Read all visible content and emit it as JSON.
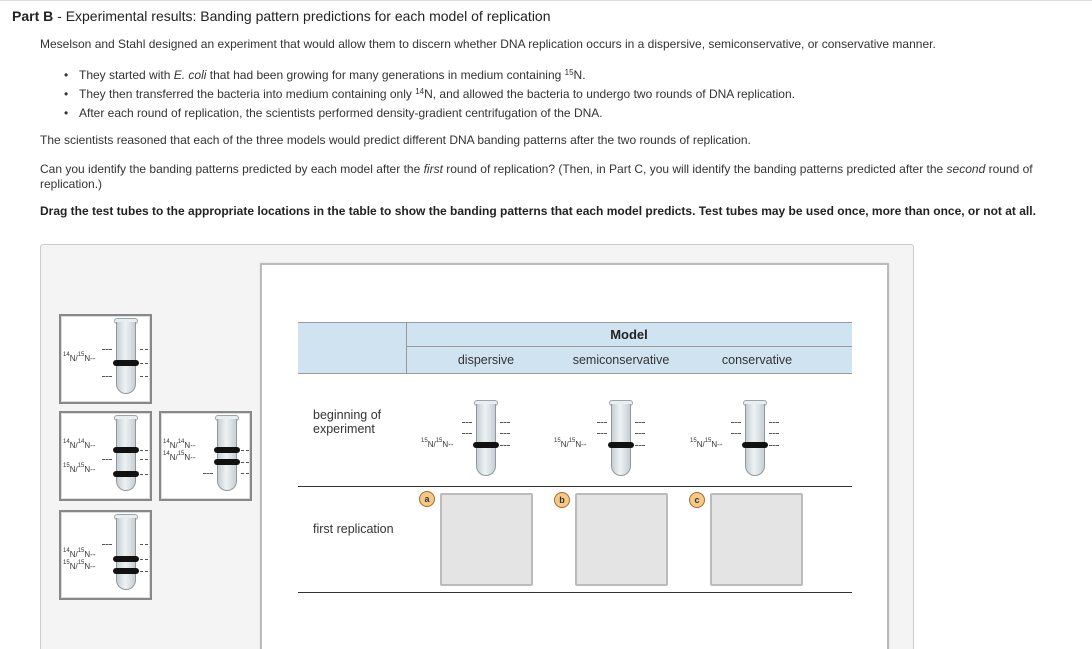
{
  "header": {
    "part": "Part B",
    "separator": " - ",
    "title": "Experimental results: Banding pattern predictions for each model of replication"
  },
  "intro": "Meselson and Stahl designed an experiment that would allow them to discern whether DNA replication occurs in a dispersive, semiconservative, or conservative manner.",
  "bullets": [
    {
      "pre": "They started with ",
      "italic": "E. coli",
      "mid": " that had been growing for many generations in medium containing ",
      "sup": "15",
      "post": "N."
    },
    {
      "pre": "They then transferred the bacteria into medium containing only ",
      "sup": "14",
      "post": "N, and allowed the bacteria to undergo two rounds of DNA replication."
    },
    {
      "text": "After each round of replication, the scientists performed density-gradient centrifugation of the DNA."
    }
  ],
  "reasoning": "The scientists reasoned that each of the three models would predict different DNA banding patterns after the two rounds of replication.",
  "question": {
    "pre": "Can you identify the banding patterns predicted by each model after the ",
    "italic1": "first",
    "mid": " round of replication? (Then, in Part C, you will identify the banding patterns predicted after the ",
    "italic2": "second",
    "post": " round of replication.)"
  },
  "instruction": "Drag the test tubes to the appropriate locations in the table to show the banding patterns that each model predicts. Test tubes may be used once, more than once, or not at all.",
  "table": {
    "header": "Model",
    "columns": [
      "dispersive",
      "semiconservative",
      "conservative"
    ],
    "rows": [
      "beginning of experiment",
      "first replication"
    ],
    "start_band_label": {
      "a": "15",
      "b": "N/",
      "c": "15",
      "d": "N"
    },
    "markers": [
      "a",
      "b",
      "c"
    ]
  },
  "tiles": [
    {
      "labels": [
        {
          "s1": "14",
          "m": "N/",
          "s2": "15",
          "e": "N"
        }
      ]
    },
    {
      "labels": [
        {
          "s1": "14",
          "m": "N/",
          "s2": "14",
          "e": "N"
        },
        {
          "s1": "15",
          "m": "N/",
          "s2": "15",
          "e": "N"
        }
      ]
    },
    {
      "labels": [
        {
          "s1": "14",
          "m": "N/",
          "s2": "14",
          "e": "N"
        },
        {
          "s1": "14",
          "m": "N/",
          "s2": "15",
          "e": "N"
        }
      ]
    },
    {
      "labels": [
        {
          "s1": "14",
          "m": "N/",
          "s2": "15",
          "e": "N"
        },
        {
          "s1": "15",
          "m": "N/",
          "s2": "15",
          "e": "N"
        }
      ]
    }
  ]
}
